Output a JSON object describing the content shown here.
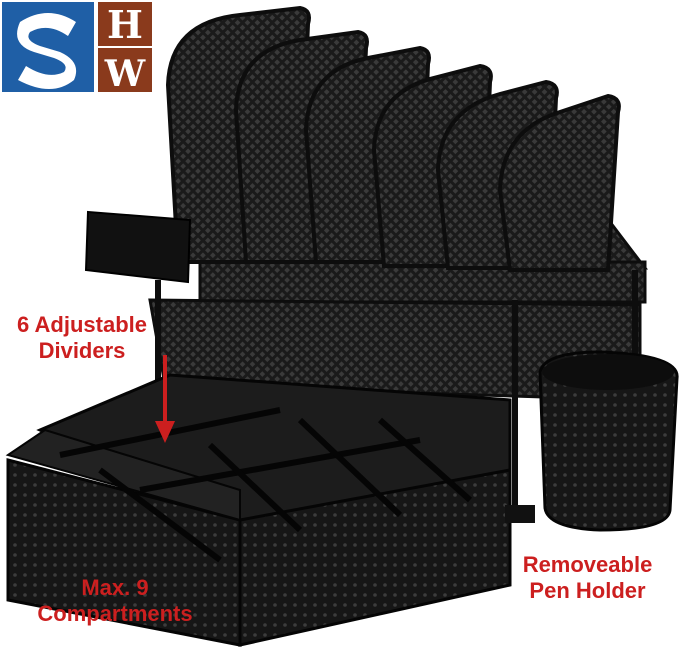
{
  "logo": {
    "text": "SHW",
    "colors": {
      "blue": "#1f5fa6",
      "brown": "#8a3a1c"
    }
  },
  "callouts": {
    "dividers": {
      "line1": "6 Adjustable",
      "line2": "Dividers",
      "color": "#cc1f1f"
    },
    "compartments": {
      "line1": "Max. 9",
      "line2": "Compartments",
      "color": "#cc1f1f"
    },
    "pen_holder": {
      "line1": "Removeable",
      "line2": "Pen Holder",
      "color": "#cc1f1f"
    }
  },
  "product": {
    "color": "#141414"
  }
}
